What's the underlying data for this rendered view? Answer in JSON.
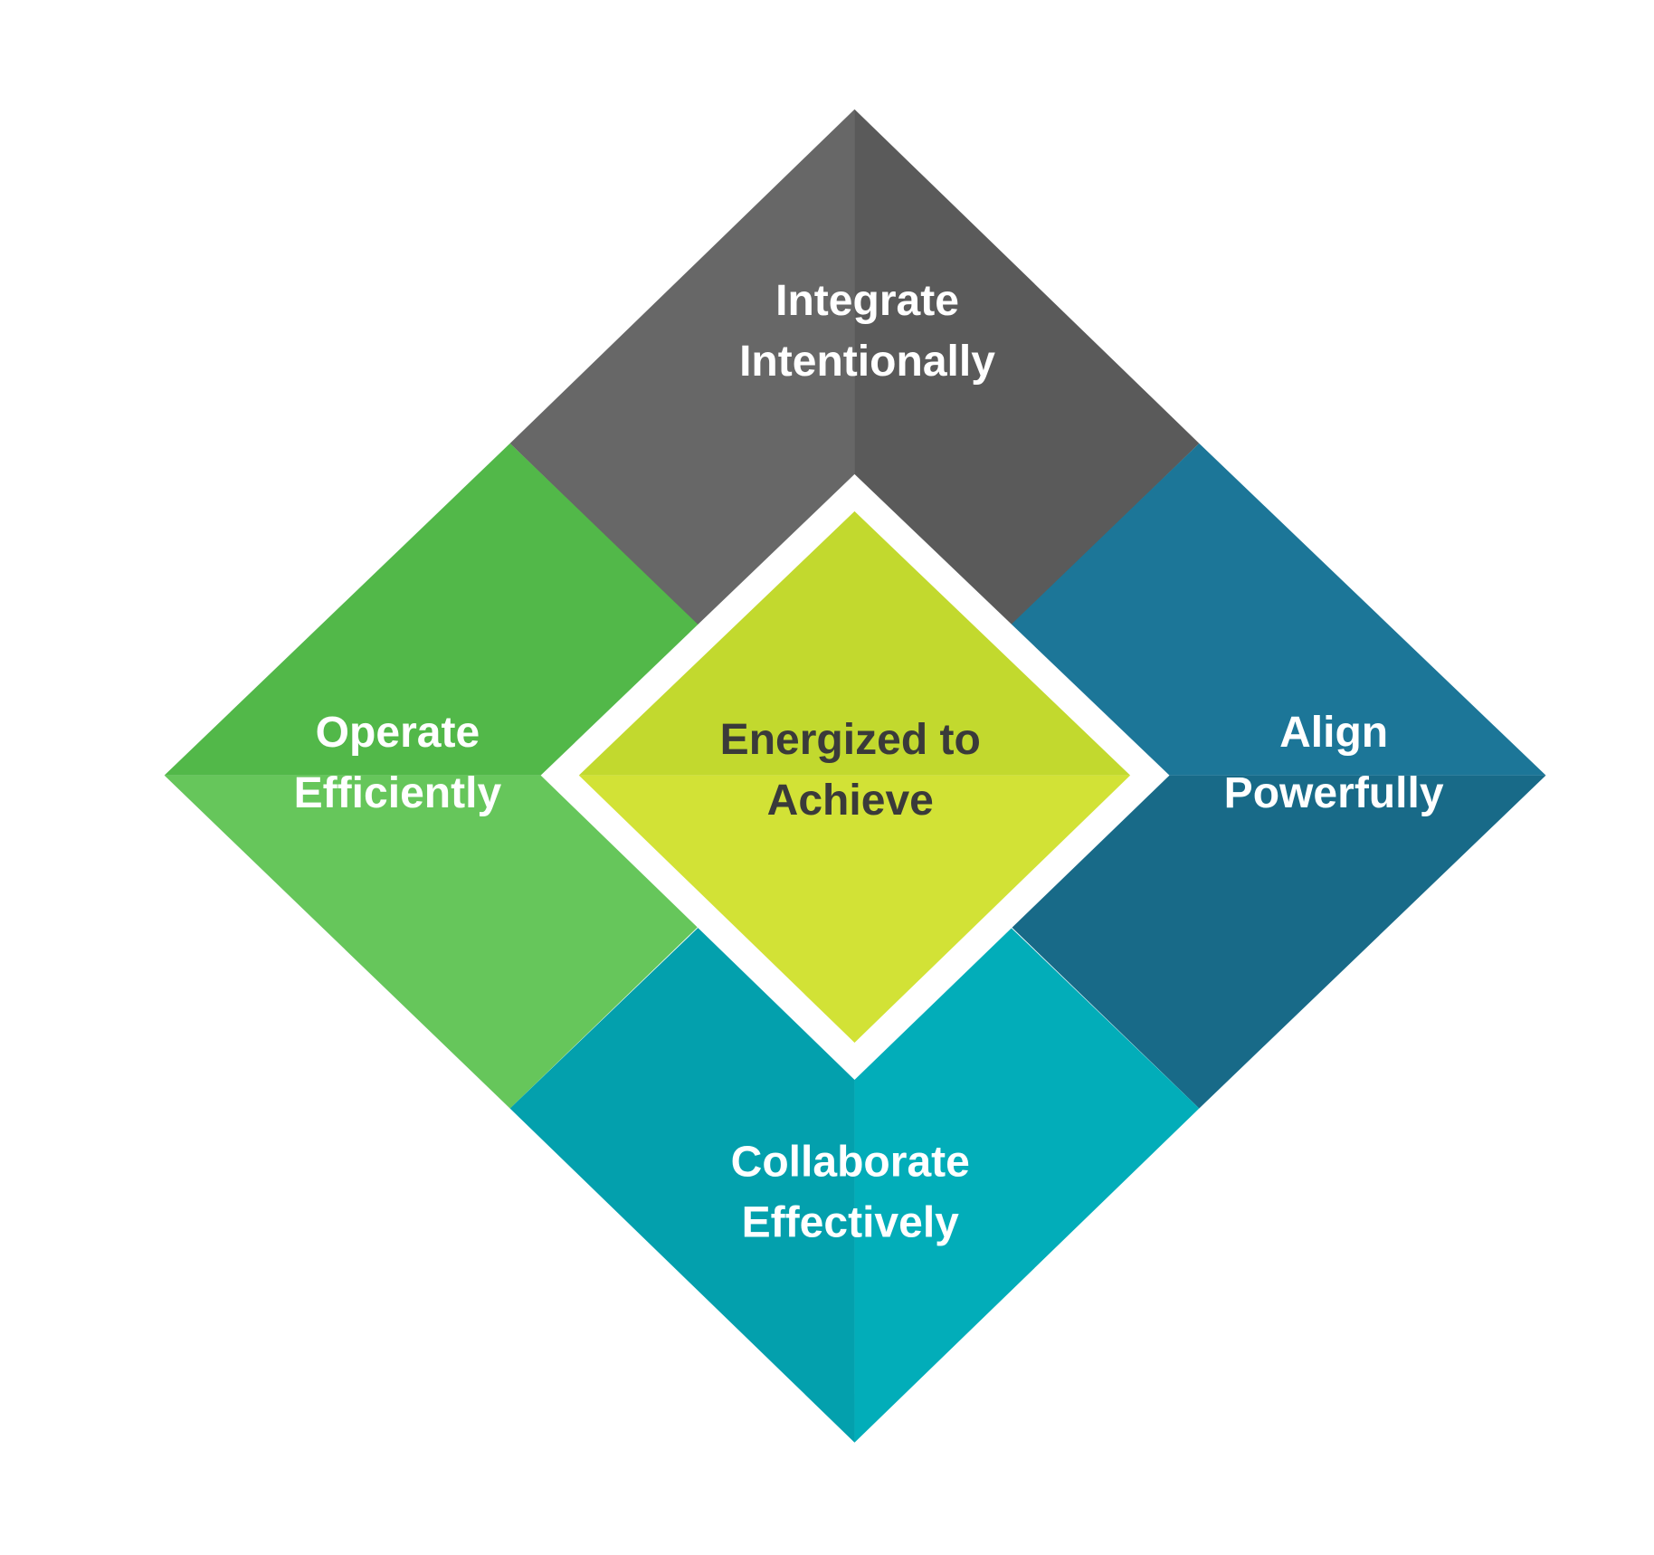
{
  "diagram": {
    "center": {
      "lines": [
        "Energized to",
        "Achieve"
      ],
      "colors": {
        "top": "#c2d92e",
        "bottom": "#d2e236",
        "text": "#3a3a3a"
      }
    },
    "quadrants": [
      {
        "id": "top",
        "lines": [
          "Integrate",
          "Intentionally"
        ],
        "colors": {
          "a": "#676767",
          "b": "#5a5a5a"
        }
      },
      {
        "id": "left",
        "lines": [
          "Operate",
          "Efficiently"
        ],
        "colors": {
          "a": "#52b849",
          "b": "#66c65b"
        }
      },
      {
        "id": "right",
        "lines": [
          "Align",
          "Powerfully"
        ],
        "colors": {
          "a": "#1c7698",
          "b": "#186a88"
        }
      },
      {
        "id": "bottom",
        "lines": [
          "Collaborate",
          "Effectively"
        ],
        "colors": {
          "a": "#03a0ad",
          "b": "#02adb9"
        }
      }
    ]
  }
}
